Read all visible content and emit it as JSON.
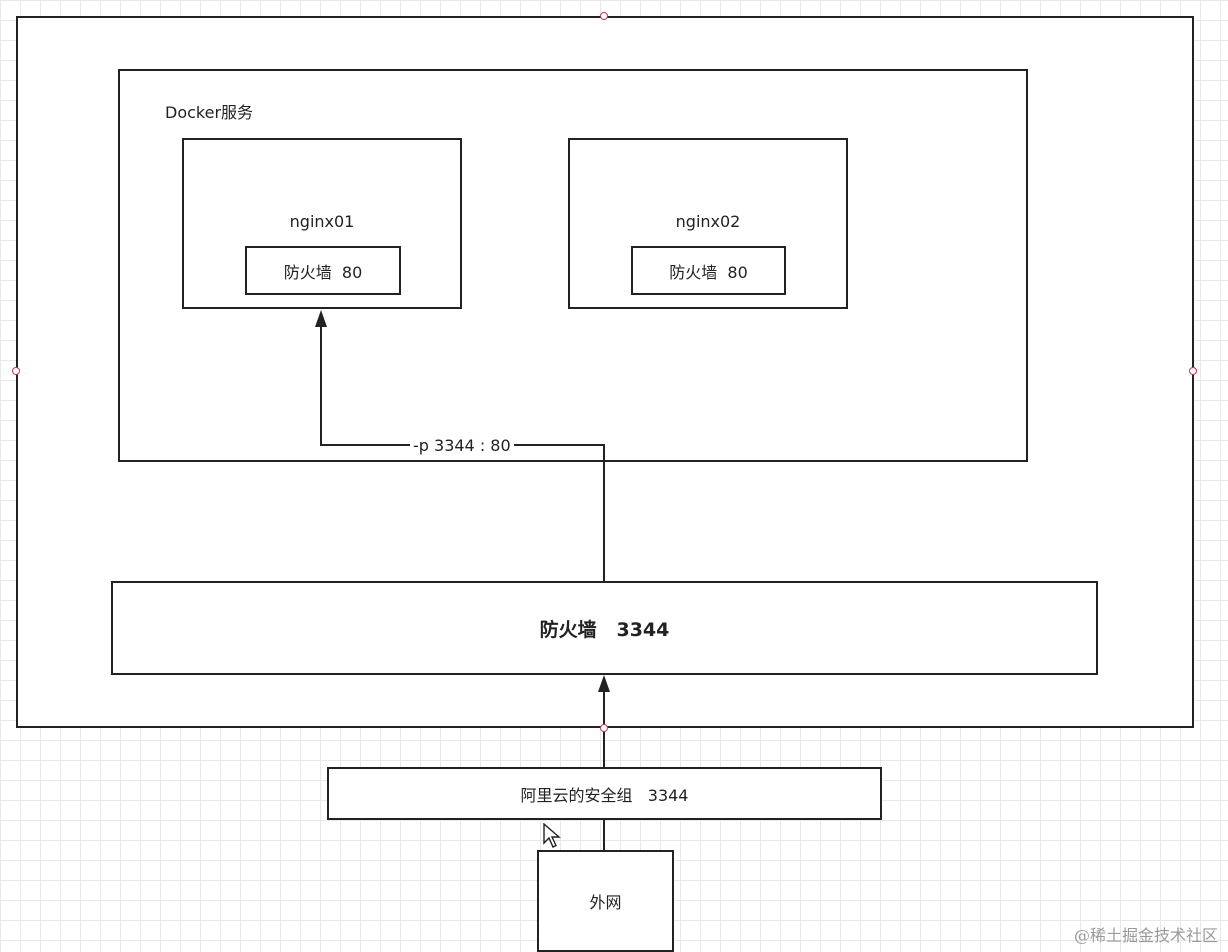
{
  "server": {
    "label": ""
  },
  "docker": {
    "label": "Docker服务"
  },
  "containers": [
    {
      "name": "nginx01",
      "firewall": "防火墙  80"
    },
    {
      "name": "nginx02",
      "firewall": "防火墙  80"
    }
  ],
  "port_mapping": "-p 3344 : 80",
  "host_firewall": "防火墙   3344",
  "security_group": "阿里云的安全组   3344",
  "internet": "外网",
  "watermark": "@稀土掘金技术社区",
  "colors": {
    "stroke": "#222222",
    "handle": "#c23a52",
    "grid": "#e8e8e8"
  },
  "icons": [
    "arrow-icon",
    "cursor-icon",
    "selection-handle-icon"
  ]
}
